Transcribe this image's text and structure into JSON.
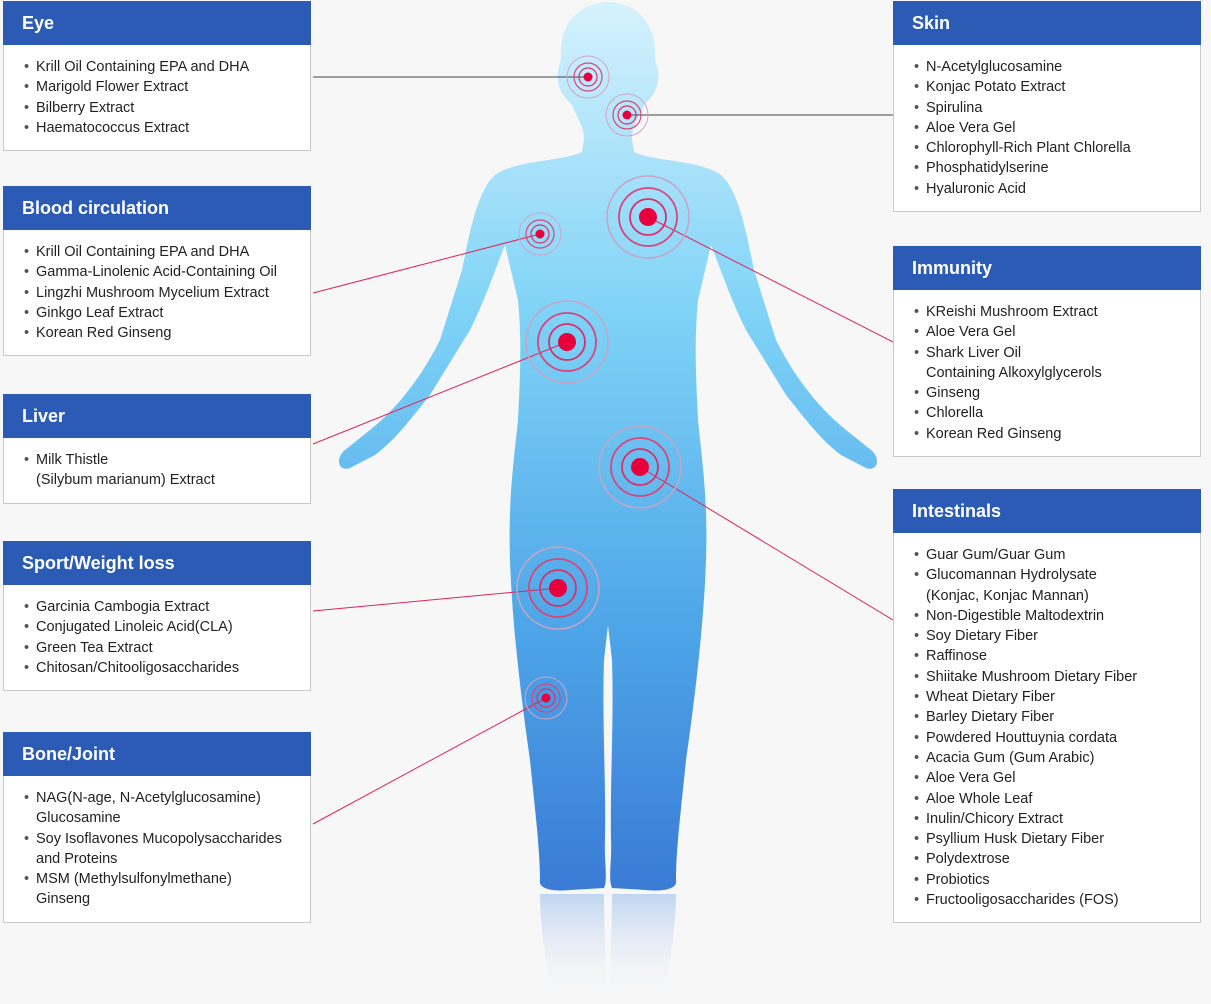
{
  "colors": {
    "header": "#2b5bb5",
    "marker": "#e8003c",
    "line": "#e0245a",
    "body_top": "#d4f0fc",
    "body_bottom": "#3d83dc"
  },
  "boxes": [
    {
      "id": "eye",
      "title": "Eye",
      "items": [
        [
          "Krill Oil Containing EPA and DHA"
        ],
        [
          "Marigold Flower Extract"
        ],
        [
          "Bilberry Extract"
        ],
        [
          "Haematococcus Extract"
        ]
      ]
    },
    {
      "id": "blood",
      "title": "Blood circulation",
      "items": [
        [
          "Krill Oil Containing EPA and DHA"
        ],
        [
          "Gamma-Linolenic Acid-Containing Oil"
        ],
        [
          "Lingzhi Mushroom Mycelium Extract"
        ],
        [
          "Ginkgo Leaf Extract"
        ],
        [
          "Korean Red Ginseng"
        ]
      ]
    },
    {
      "id": "liver",
      "title": "Liver",
      "items": [
        [
          "Milk Thistle",
          "(Silybum marianum) Extract"
        ]
      ]
    },
    {
      "id": "sport",
      "title": "Sport/Weight loss",
      "items": [
        [
          "Garcinia Cambogia Extract"
        ],
        [
          "Conjugated Linoleic Acid(CLA)"
        ],
        [
          "Green Tea Extract"
        ],
        [
          "Chitosan/Chitooligosaccharides"
        ]
      ]
    },
    {
      "id": "bone",
      "title": "Bone/Joint",
      "items": [
        [
          "NAG(N-age, N-Acetylglucosamine)",
          "Glucosamine"
        ],
        [
          "Soy Isoflavones Mucopolysaccharides",
          "and Proteins"
        ],
        [
          "MSM (Methylsulfonylmethane)",
          "Ginseng"
        ]
      ]
    },
    {
      "id": "skin",
      "title": "Skin",
      "items": [
        [
          "N-Acetylglucosamine"
        ],
        [
          "Konjac Potato Extract"
        ],
        [
          "Spirulina"
        ],
        [
          "Aloe Vera Gel"
        ],
        [
          "Chlorophyll-Rich Plant Chlorella"
        ],
        [
          "Phosphatidylserine"
        ],
        [
          "Hyaluronic Acid"
        ]
      ]
    },
    {
      "id": "immunity",
      "title": "Immunity",
      "items": [
        [
          "KReishi Mushroom Extract"
        ],
        [
          "Aloe Vera Gel"
        ],
        [
          "Shark Liver Oil",
          "Containing Alkoxylglycerols"
        ],
        [
          "Ginseng"
        ],
        [
          "Chlorella"
        ],
        [
          "Korean Red Ginseng"
        ]
      ]
    },
    {
      "id": "intestinals",
      "title": "Intestinals",
      "items": [
        [
          "Guar Gum/Guar Gum"
        ],
        [
          "Glucomannan Hydrolysate",
          "(Konjac, Konjac Mannan)"
        ],
        [
          "Non-Digestible Maltodextrin"
        ],
        [
          "Soy Dietary Fiber"
        ],
        [
          "Raffinose"
        ],
        [
          "Shiitake Mushroom Dietary Fiber"
        ],
        [
          "Wheat Dietary Fiber"
        ],
        [
          "Barley Dietary Fiber"
        ],
        [
          "Powdered Houttuynia cordata"
        ],
        [
          "Acacia Gum (Gum Arabic)"
        ],
        [
          "Aloe Vera Gel"
        ],
        [
          "Aloe Whole Leaf"
        ],
        [
          "Inulin/Chicory Extract"
        ],
        [
          "Psyllium Husk Dietary Fiber"
        ],
        [
          "Polydextrose"
        ],
        [
          "Probiotics"
        ],
        [
          "Fructooligosaccharides (FOS)"
        ]
      ]
    }
  ]
}
